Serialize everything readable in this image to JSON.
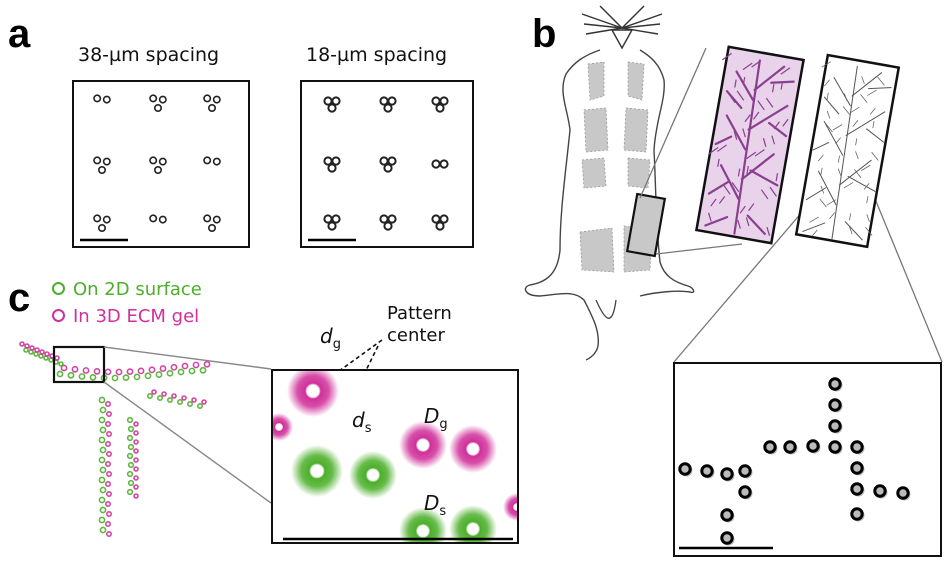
{
  "panels": {
    "a": {
      "label": "a",
      "left_title": "38-µm spacing",
      "right_title": "18-µm spacing"
    },
    "b": {
      "label": "b"
    },
    "c": {
      "label": "c",
      "legend": [
        {
          "text": "On 2D surface",
          "color": "#4caf2a"
        },
        {
          "text": "In 3D ECM gel",
          "color": "#d0309a"
        }
      ],
      "pattern_center": "Pattern\ncenter",
      "dg_base": "d",
      "dg_sub": "g",
      "ds_base": "d",
      "ds_sub": "s",
      "Dg_base": "D",
      "Dg_sub": "g",
      "Ds_base": "D",
      "Ds_sub": "s"
    }
  },
  "colors": {
    "green": "#4caf2a",
    "magenta": "#d0309a",
    "tissue_gray": "#c8c8c8",
    "stain_purple": "#8a3f8f"
  }
}
